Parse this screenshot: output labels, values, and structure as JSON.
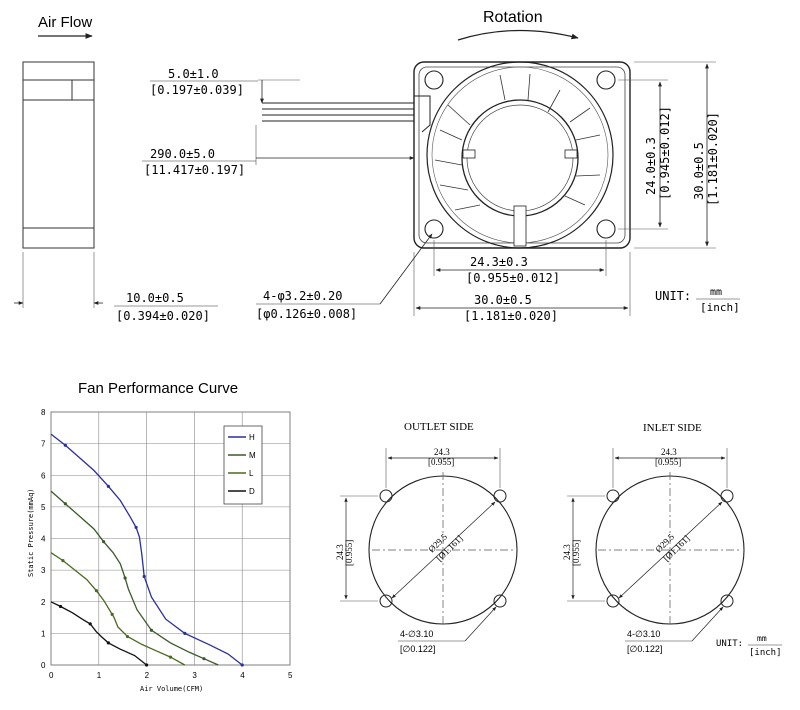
{
  "drawing": {
    "air_flow_label": "Air Flow",
    "rotation_label": "Rotation",
    "dims": {
      "lead_offset": "5.0±1.0",
      "lead_offset_in": "[0.197±0.039]",
      "lead_length": "290.0±5.0",
      "lead_length_in": "[11.417±0.197]",
      "depth": "10.0±0.5",
      "depth_in": "[0.394±0.020]",
      "holes": "4-φ3.2±0.20",
      "holes_in": "[φ0.126±0.008]",
      "hole_pitch": "24.3±0.3",
      "hole_pitch_in": "[0.955±0.012]",
      "width": "30.0±0.5",
      "width_in": "[1.181±0.020]",
      "vert_pitch": "24.0±0.3",
      "vert_pitch_in": "[0.945±0.012]",
      "height": "30.0±0.5",
      "height_in": "[1.181±0.020]"
    },
    "unit_label": "UNIT:",
    "unit_num": "mm",
    "unit_den": "[inch]"
  },
  "chart_data": {
    "type": "line",
    "title": "Fan Performance Curve",
    "xlabel": "Air Volume(CFM)",
    "ylabel": "Static Pressure(mmAq)",
    "xlim": [
      0,
      5
    ],
    "ylim": [
      0,
      8
    ],
    "x_ticks": [
      "0",
      "1",
      "2",
      "3",
      "4",
      "5"
    ],
    "y_ticks": [
      "0",
      "1",
      "2",
      "3",
      "4",
      "5",
      "6",
      "7",
      "8"
    ],
    "grid": true,
    "legend_position": "top-right",
    "series": [
      {
        "name": "H",
        "color": "#2b2f9a",
        "points": [
          [
            0,
            7.3
          ],
          [
            0.3,
            6.95
          ],
          [
            0.6,
            6.55
          ],
          [
            0.9,
            6.15
          ],
          [
            1.2,
            5.65
          ],
          [
            1.45,
            5.2
          ],
          [
            1.65,
            4.7
          ],
          [
            1.78,
            4.35
          ],
          [
            1.85,
            4.05
          ],
          [
            1.9,
            3.5
          ],
          [
            1.95,
            2.8
          ],
          [
            2.1,
            2.15
          ],
          [
            2.4,
            1.45
          ],
          [
            2.8,
            1.0
          ],
          [
            3.3,
            0.65
          ],
          [
            3.7,
            0.35
          ],
          [
            4.0,
            0
          ]
        ]
      },
      {
        "name": "M",
        "color": "#3a5a2a",
        "points": [
          [
            0,
            5.5
          ],
          [
            0.3,
            5.1
          ],
          [
            0.6,
            4.7
          ],
          [
            0.9,
            4.3
          ],
          [
            1.1,
            3.9
          ],
          [
            1.3,
            3.55
          ],
          [
            1.45,
            3.2
          ],
          [
            1.55,
            2.75
          ],
          [
            1.62,
            2.4
          ],
          [
            1.8,
            1.75
          ],
          [
            2.1,
            1.1
          ],
          [
            2.5,
            0.7
          ],
          [
            2.9,
            0.4
          ],
          [
            3.2,
            0.2
          ],
          [
            3.5,
            0
          ]
        ]
      },
      {
        "name": "L",
        "color": "#4a6a1f",
        "points": [
          [
            0,
            3.55
          ],
          [
            0.25,
            3.3
          ],
          [
            0.5,
            3.0
          ],
          [
            0.75,
            2.7
          ],
          [
            0.95,
            2.35
          ],
          [
            1.1,
            2.05
          ],
          [
            1.2,
            1.8
          ],
          [
            1.28,
            1.6
          ],
          [
            1.32,
            1.5
          ],
          [
            1.4,
            1.2
          ],
          [
            1.6,
            0.9
          ],
          [
            1.9,
            0.65
          ],
          [
            2.2,
            0.45
          ],
          [
            2.5,
            0.25
          ],
          [
            2.8,
            0
          ]
        ]
      },
      {
        "name": "D",
        "color": "#111111",
        "points": [
          [
            0,
            2.0
          ],
          [
            0.2,
            1.85
          ],
          [
            0.45,
            1.65
          ],
          [
            0.65,
            1.45
          ],
          [
            0.82,
            1.3
          ],
          [
            0.95,
            1.05
          ],
          [
            1.05,
            0.9
          ],
          [
            1.2,
            0.7
          ],
          [
            1.45,
            0.5
          ],
          [
            1.75,
            0.3
          ],
          [
            2.0,
            0
          ]
        ]
      }
    ]
  },
  "outlet_view": {
    "title": "OUTLET SIDE",
    "pitch": "24.3",
    "pitch_in": "[0.955]",
    "diameter": "Ø29.5",
    "diameter_in": "[Ø1.161]",
    "holes": "4-∅3.10",
    "holes_in": "[∅0.122]"
  },
  "inlet_view": {
    "title": "INLET SIDE",
    "pitch": "24.3",
    "pitch_in": "[0.955]",
    "diameter": "Ø29.5",
    "diameter_in": "[Ø1.161]",
    "holes": "4-∅3.10",
    "holes_in": "[∅0.122]"
  },
  "unit2": {
    "label": "UNIT:",
    "num": "mm",
    "den": "[inch]"
  }
}
